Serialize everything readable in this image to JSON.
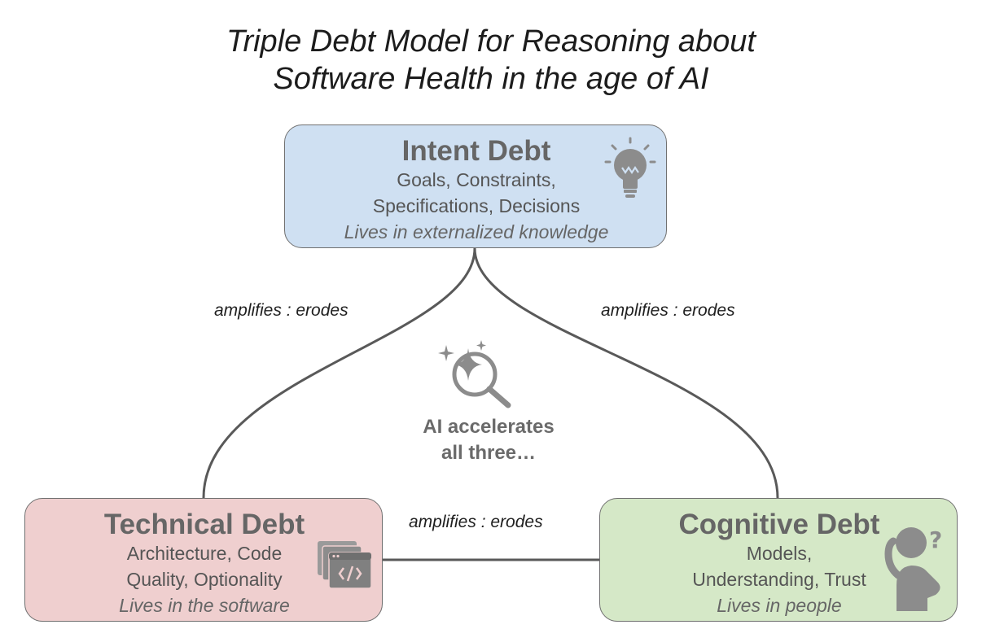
{
  "diagram": {
    "title_line1": "Triple Debt Model for Reasoning about",
    "title_line2": "Software Health in the age of AI",
    "nodes": {
      "intent": {
        "name": "Intent Debt",
        "line1": "Goals, Constraints,",
        "line2": "Specifications, Decisions",
        "lives": "Lives in externalized knowledge",
        "icon": "lightbulb-icon",
        "color": "#cfe0f2"
      },
      "technical": {
        "name": "Technical Debt",
        "line1": "Architecture, Code",
        "line2": "Quality, Optionality",
        "lives": "Lives in the software",
        "icon": "code-window-icon",
        "color": "#efcfcf"
      },
      "cognitive": {
        "name": "Cognitive Debt",
        "line1": "Models,",
        "line2": "Understanding, Trust",
        "lives": "Lives in people",
        "icon": "confused-person-icon",
        "color": "#d5e8c7"
      }
    },
    "edges": {
      "intent_technical": "amplifies : erodes",
      "intent_cognitive": "amplifies : erodes",
      "technical_cognitive": "amplifies : erodes"
    },
    "center": {
      "line1": "AI accelerates",
      "line2": "all three…",
      "icon": "ai-sparkle-search-icon"
    }
  }
}
